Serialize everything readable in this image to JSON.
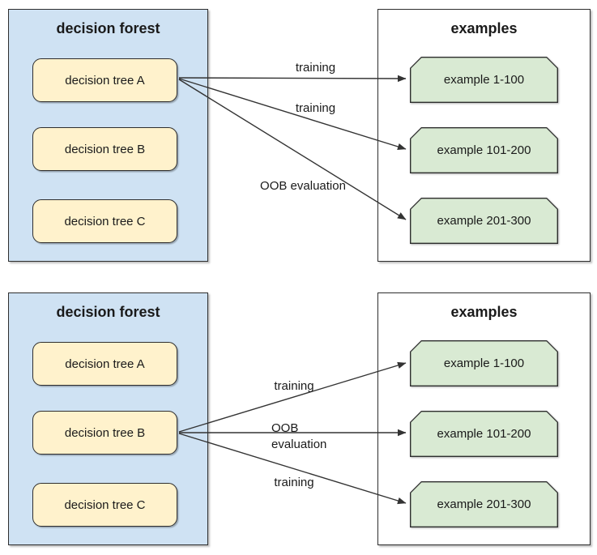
{
  "colors": {
    "forest_fill": "#cfe2f3",
    "tree_fill": "#fff2cc",
    "example_fill": "#d9ead3",
    "examples_box_fill": "#ffffff",
    "border": "#2e2e2e",
    "arrow": "#333333",
    "text": "#1a1a1a"
  },
  "panels": [
    {
      "forest": {
        "title": "decision forest",
        "trees": [
          "decision tree A",
          "decision tree B",
          "decision tree C"
        ]
      },
      "examples": {
        "title": "examples",
        "items": [
          "example 1-100",
          "example 101-200",
          "example 201-300"
        ]
      },
      "arrows": [
        {
          "label": "training",
          "from": "decision tree A",
          "to": "example 1-100"
        },
        {
          "label": "training",
          "from": "decision tree A",
          "to": "example 101-200"
        },
        {
          "label": "OOB evaluation",
          "from": "decision tree A",
          "to": "example 201-300"
        }
      ]
    },
    {
      "forest": {
        "title": "decision forest",
        "trees": [
          "decision tree A",
          "decision tree B",
          "decision tree C"
        ]
      },
      "examples": {
        "title": "examples",
        "items": [
          "example 1-100",
          "example 101-200",
          "example 201-300"
        ]
      },
      "arrows": [
        {
          "label": "training",
          "from": "decision tree B",
          "to": "example 1-100"
        },
        {
          "label": "OOB evaluation",
          "from": "decision tree B",
          "to": "example 101-200"
        },
        {
          "label": "training",
          "from": "decision tree B",
          "to": "example 201-300"
        }
      ]
    }
  ]
}
